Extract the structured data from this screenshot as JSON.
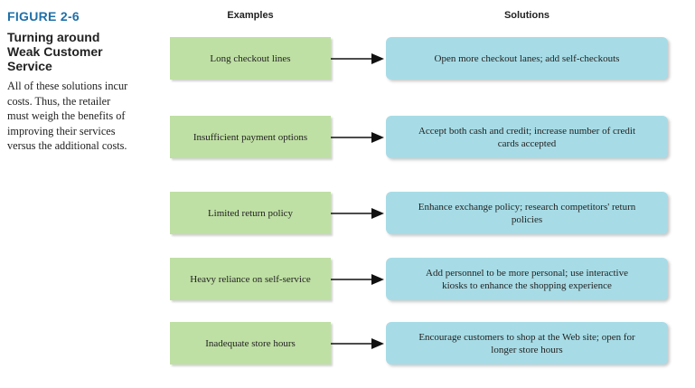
{
  "figure": {
    "label": "FIGURE 2-6",
    "title": "Turning around Weak Customer Service",
    "caption": "All of these solutions incur costs. Thus, the retailer must weigh the benefits of improving their services versus the additional costs."
  },
  "columns": {
    "examples": "Examples",
    "solutions": "Solutions"
  },
  "rows": [
    {
      "example": "Long checkout lines",
      "solution": "Open more checkout lanes; add self-checkouts"
    },
    {
      "example": "Insufficient payment options",
      "solution": "Accept both cash and credit; increase number of credit cards accepted"
    },
    {
      "example": "Limited return policy",
      "solution": "Enhance exchange policy; research competitors' return policies"
    },
    {
      "example": "Heavy reliance on self-service",
      "solution": "Add personnel to be more personal; use interactive kiosks to enhance the shopping experience"
    },
    {
      "example": "Inadequate store hours",
      "solution": "Encourage customers to shop at the Web site; open for longer store hours"
    }
  ],
  "colors": {
    "label": "#1f6fa8",
    "example_fill": "#bfe0a4",
    "solution_fill": "#a7dce6"
  }
}
